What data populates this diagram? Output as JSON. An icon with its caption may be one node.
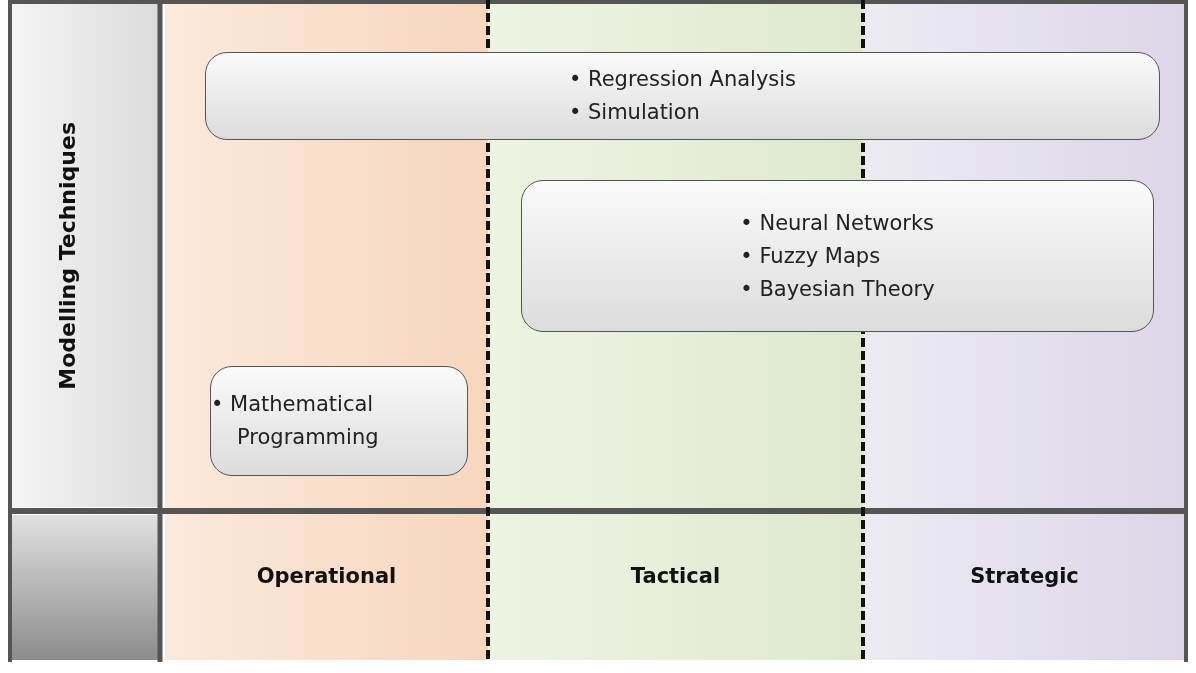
{
  "diagram": {
    "nodes": [
      {
        "text": [
          "Modelling Techniques"
        ]
      },
      {
        "text": [
          "Operational"
        ]
      },
      {
        "text": [
          "Tactical"
        ]
      },
      {
        "text": [
          "Strategic"
        ]
      },
      {
        "text": [
          "• Regression Analysis",
          "• Simulation"
        ]
      },
      {
        "text": [
          "• Neural Networks",
          "• Fuzzy Maps",
          "• Bayesian Theory"
        ]
      },
      {
        "text": [
          "• Mathematical Programming"
        ],
        "in": 1
      },
      {
        "text": [],
        "shape": "box"
      }
    ],
    "edges": []
  }
}
